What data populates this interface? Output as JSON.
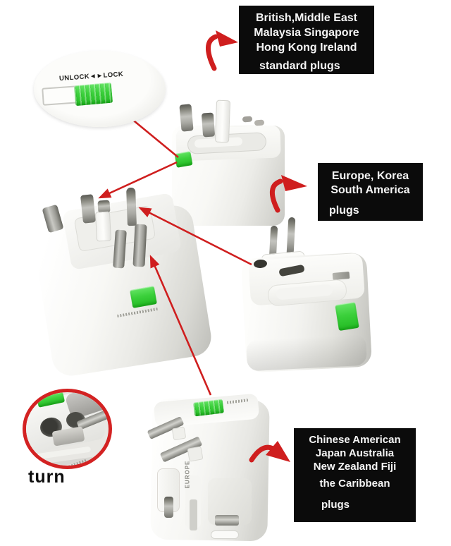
{
  "colors": {
    "arrow_red": "#cf1e1e",
    "ring_red": "#d32222",
    "slider_green": "#3bd03b",
    "label_bg": "#0b0b0b",
    "label_text": "#f5f5f5"
  },
  "labels": {
    "british": {
      "lines": [
        "British,Middle East",
        "Malaysia Singapore",
        "Hong Kong Ireland"
      ],
      "footer": "standard plugs"
    },
    "europe": {
      "lines": [
        "Europe, Korea",
        "South America"
      ],
      "footer": "plugs"
    },
    "chinese": {
      "lines": [
        "Chinese American",
        "Japan Australia",
        "New Zealand Fiji",
        "the Caribbean"
      ],
      "footer": "plugs"
    }
  },
  "callouts": {
    "unlock_lock": "UNLOCK◄►LOCK",
    "turn": "turn"
  },
  "adapter_markings": {
    "europe_side_text": "EUROPE"
  }
}
